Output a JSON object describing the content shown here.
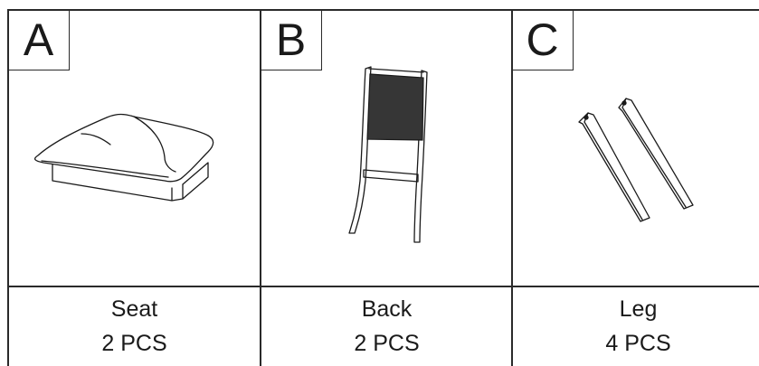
{
  "parts": [
    {
      "letter": "A",
      "name": "Seat",
      "quantity": "2 PCS",
      "icon": "seat-cushion-icon"
    },
    {
      "letter": "B",
      "name": "Back",
      "quantity": "2 PCS",
      "icon": "chair-back-icon"
    },
    {
      "letter": "C",
      "name": "Leg",
      "quantity": "4 PCS",
      "icon": "leg-pair-icon"
    }
  ]
}
